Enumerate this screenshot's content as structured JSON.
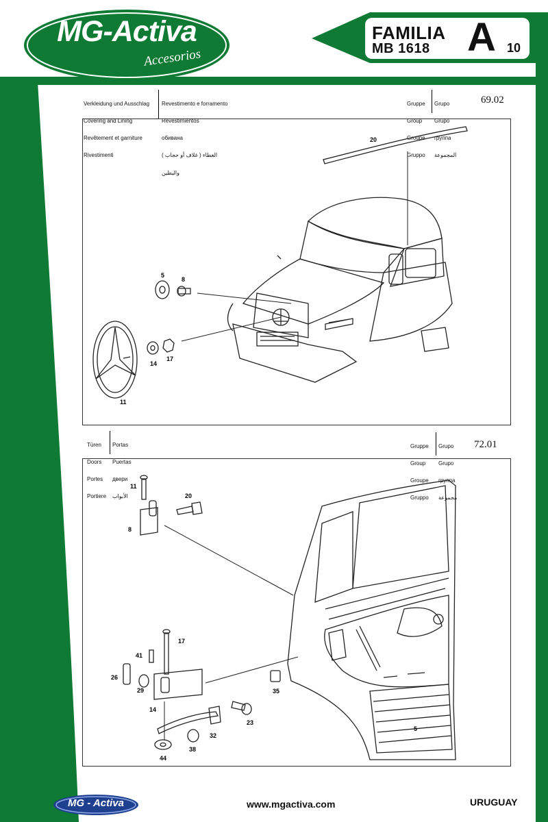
{
  "brand": {
    "name": "MG-Activa",
    "tagline": "Accesorios"
  },
  "family": {
    "line1": "FAMILIA",
    "line2": "MB 1618",
    "letter": "A",
    "number": "10"
  },
  "section1": {
    "titles_left": [
      "Verkleidung und Ausschlag",
      "Covering and Lining",
      "Revêtement et garniture",
      "Rivestimenti"
    ],
    "titles_right": [
      "Revestimento e forramento",
      "Revestimientos",
      "обивана",
      "الغطاء ( غلاف أو حجاب )",
      "والبطين"
    ],
    "group_left": [
      "Gruppe",
      "Group",
      "Groupe",
      "Gruppo"
    ],
    "group_right": [
      "Grupo",
      "Grupo",
      "группа",
      "المجموعة"
    ],
    "group_number": "69.02",
    "callouts": {
      "c20": "20",
      "c5": "5",
      "c8": "8",
      "c14": "14",
      "c17": "17",
      "c11": "11"
    }
  },
  "section2": {
    "titles_left": [
      "Türen",
      "Doors",
      "Portes",
      "Portiere"
    ],
    "titles_right": [
      "Portas",
      "Puertas",
      "двери",
      "الأبواب"
    ],
    "group_left": [
      "Gruppe",
      "Group",
      "Groupe",
      "Gruppo"
    ],
    "group_right": [
      "Grupo",
      "Grupo",
      "группа",
      "مجموعة"
    ],
    "group_number": "72.01",
    "callouts": {
      "c11": "11",
      "c20": "20",
      "c8": "8",
      "c17": "17",
      "c41": "41",
      "c26": "26",
      "c29": "29",
      "c14": "14",
      "c35": "35",
      "c23": "23",
      "c32": "32",
      "c38": "38",
      "c44": "44",
      "c5": "5"
    }
  },
  "footer": {
    "logo": "MG - Activa",
    "url": "www.mgactiva.com",
    "country": "URUGUAY"
  },
  "colors": {
    "brand_green": "#0f7a33",
    "white": "#ffffff",
    "ink": "#111111"
  }
}
